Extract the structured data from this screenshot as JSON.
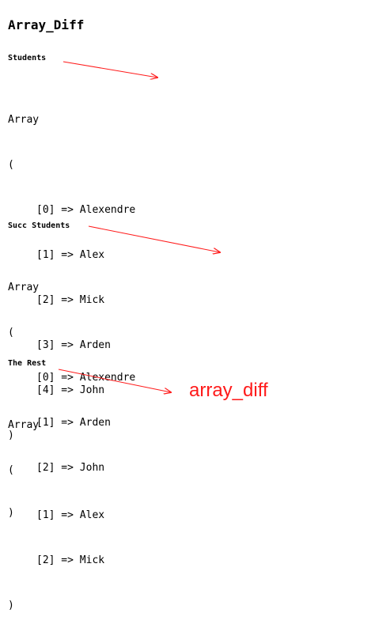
{
  "page": {
    "title": "Array_Diff"
  },
  "sections": [
    {
      "heading": "Students",
      "array_label": "Array",
      "open": "(",
      "close": ")",
      "items": [
        "[0] => Alexendre",
        "[1] => Alex",
        "[2] => Mick",
        "[3] => Arden",
        "[4] => John"
      ]
    },
    {
      "heading": "Succ Students",
      "array_label": "Array",
      "open": "(",
      "close": ")",
      "items": [
        "[0] => Alexendre",
        "[1] => Arden",
        "[2] => John"
      ]
    },
    {
      "heading": "The Rest",
      "array_label": "Array",
      "open": "(",
      "close": ")",
      "items": [
        "[1] => Alex",
        "[2] => Mick"
      ]
    }
  ],
  "annotation": {
    "text": "array_diff",
    "color": "#ff1a1a"
  }
}
